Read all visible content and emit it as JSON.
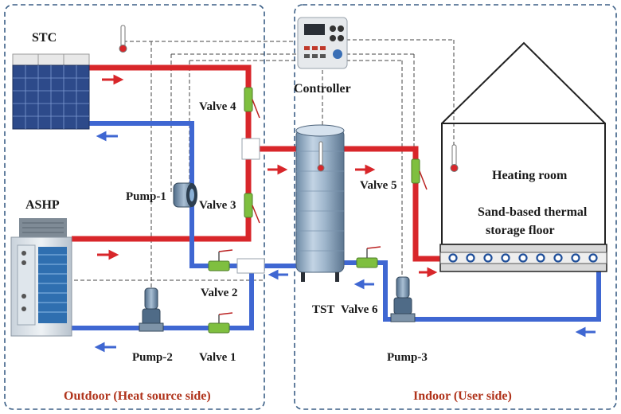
{
  "labels": {
    "stc": "STC",
    "ashp": "ASHP",
    "controller": "Controller",
    "valve1": "Valve 1",
    "valve2": "Valve 2",
    "valve3": "Valve 3",
    "valve4": "Valve 4",
    "valve5": "Valve 5",
    "valve6": "Valve 6",
    "pump1": "Pump-1",
    "pump2": "Pump-2",
    "pump3": "Pump-3",
    "tst": "TST",
    "heating_room": "Heating room",
    "floor_line1": "Sand-based thermal",
    "floor_line2": "storage floor"
  },
  "zones": {
    "outdoor": "Outdoor (Heat source side)",
    "indoor": "Indoor (User side)"
  },
  "colors": {
    "hot_pipe": "#d8262a",
    "cold_pipe": "#3f67d2",
    "zone_border": "#3b5f86",
    "zone_title": "#b0341c",
    "valve_body": "#7fbf3f"
  }
}
